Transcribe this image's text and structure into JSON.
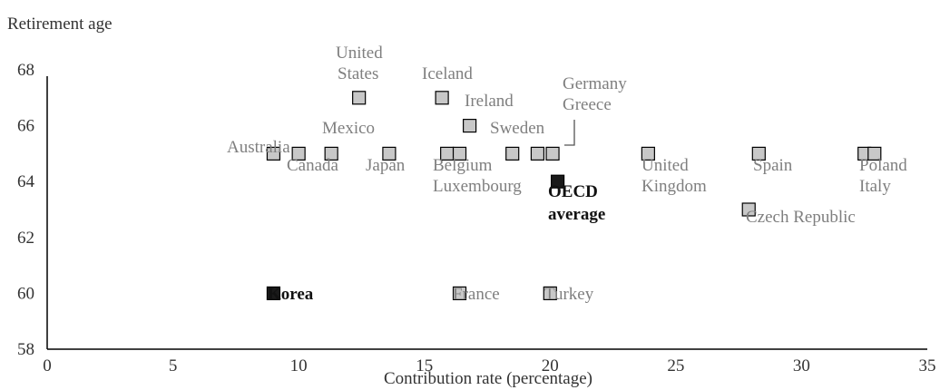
{
  "chart_data": {
    "type": "scatter",
    "ylabel": "Retirement age",
    "xlabel": "Contribution rate (percentage)",
    "xlim": [
      0,
      35
    ],
    "ylim": [
      58,
      68
    ],
    "xticks": [
      "0",
      "5",
      "10",
      "15",
      "20",
      "25",
      "30",
      "35"
    ],
    "yticks": [
      "58",
      "60",
      "62",
      "64",
      "66",
      "68"
    ],
    "grid": false,
    "colors": {
      "marker": "#c8c8c8",
      "highlight": "#1a1a1a",
      "label": "#7f7f7f",
      "highlight_label": "#111111"
    },
    "points": [
      {
        "x": 9.0,
        "y": 65,
        "highlight": false
      },
      {
        "x": 10.0,
        "y": 65,
        "highlight": false
      },
      {
        "x": 11.3,
        "y": 65,
        "highlight": false
      },
      {
        "x": 12.4,
        "y": 67,
        "highlight": false
      },
      {
        "x": 13.6,
        "y": 65,
        "highlight": false
      },
      {
        "x": 15.7,
        "y": 67,
        "highlight": false
      },
      {
        "x": 15.9,
        "y": 65,
        "highlight": false
      },
      {
        "x": 16.4,
        "y": 65,
        "highlight": false
      },
      {
        "x": 16.8,
        "y": 66,
        "highlight": false
      },
      {
        "x": 18.5,
        "y": 65,
        "highlight": false
      },
      {
        "x": 19.5,
        "y": 65,
        "highlight": false
      },
      {
        "x": 20.1,
        "y": 65,
        "highlight": false
      },
      {
        "x": 23.9,
        "y": 65,
        "highlight": false
      },
      {
        "x": 28.3,
        "y": 65,
        "highlight": false
      },
      {
        "x": 27.9,
        "y": 63,
        "highlight": false
      },
      {
        "x": 32.5,
        "y": 65,
        "highlight": false
      },
      {
        "x": 32.9,
        "y": 65,
        "highlight": false
      },
      {
        "x": 16.4,
        "y": 60,
        "highlight": false
      },
      {
        "x": 20.0,
        "y": 60,
        "highlight": false
      },
      {
        "x": 20.3,
        "y": 64,
        "highlight": true
      },
      {
        "x": 9.0,
        "y": 60,
        "highlight": true
      }
    ],
    "labels": [
      {
        "text": "Australia"
      },
      {
        "text": "Canada"
      },
      {
        "text": "Mexico"
      },
      {
        "text": "United"
      },
      {
        "text": "States"
      },
      {
        "text": "Japan"
      },
      {
        "text": "Iceland"
      },
      {
        "text": "Ireland"
      },
      {
        "text": "Belgium"
      },
      {
        "text": "Luxembourg"
      },
      {
        "text": "Sweden"
      },
      {
        "text": "Germany"
      },
      {
        "text": "Greece"
      },
      {
        "text": "United"
      },
      {
        "text": "Kingdom"
      },
      {
        "text": "Spain"
      },
      {
        "text": "Czech Republic"
      },
      {
        "text": "Poland"
      },
      {
        "text": "Italy"
      },
      {
        "text": "France"
      },
      {
        "text": "Turkey"
      },
      {
        "text": "OECD",
        "highlight": true
      },
      {
        "text": "average",
        "highlight": true
      },
      {
        "text": "Korea",
        "highlight": true
      }
    ]
  }
}
